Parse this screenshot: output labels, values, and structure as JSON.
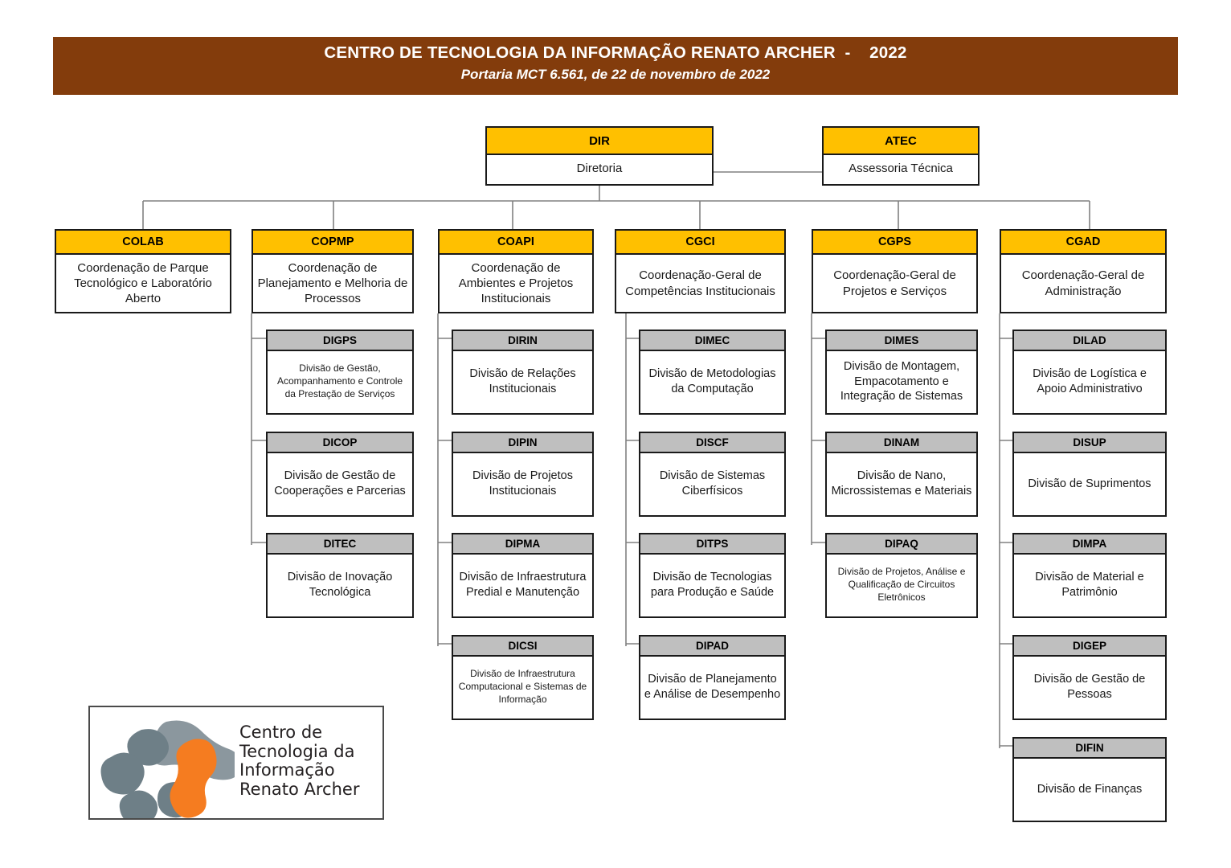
{
  "header": {
    "title": "CENTRO DE TECNOLOGIA DA INFORMAÇÃO RENATO ARCHER  -    2022",
    "subtitle": "Portaria MCT 6.561, de 22 de novembro de 2022",
    "banner_color": "#833C0C"
  },
  "colors": {
    "gold": "#FFC000",
    "gray": "#BFBFBF",
    "border": "#1a1a1a",
    "connector": "#808080",
    "logo_gray": "#7b8b93",
    "logo_dark_gray": "#5d6e75",
    "logo_orange": "#F57C20"
  },
  "logo": {
    "line1": "Centro de",
    "line2": "Tecnologia da",
    "line3": "Informação",
    "line4": "Renato Archer"
  },
  "top": {
    "dir": {
      "code": "DIR",
      "name": "Diretoria"
    },
    "atec": {
      "code": "ATEC",
      "name": "Assessoria Técnica"
    }
  },
  "coordinations": [
    {
      "code": "COLAB",
      "name": "Coordenação de Parque Tecnológico e Laboratório Aberto"
    },
    {
      "code": "COPMP",
      "name": "Coordenação de Planejamento e Melhoria de Processos"
    },
    {
      "code": "COAPI",
      "name": "Coordenação de Ambientes e Projetos Institucionais"
    },
    {
      "code": "CGCI",
      "name": "Coordenação-Geral de Competências Institucionais"
    },
    {
      "code": "CGPS",
      "name": "Coordenação-Geral de Projetos e Serviços"
    },
    {
      "code": "CGAD",
      "name": "Coordenação-Geral de Administração"
    }
  ],
  "divisions": {
    "copmp": [
      {
        "code": "DIGPS",
        "name": "Divisão de Gestão, Acompanhamento e Controle da Prestação de Serviços"
      },
      {
        "code": "DICOP",
        "name": "Divisão de Gestão de Cooperações e Parcerias"
      },
      {
        "code": "DITEC",
        "name": "Divisão de Inovação Tecnológica"
      }
    ],
    "coapi": [
      {
        "code": "DIRIN",
        "name": "Divisão de Relações Institucionais"
      },
      {
        "code": "DIPIN",
        "name": "Divisão de Projetos Institucionais"
      },
      {
        "code": "DIPMA",
        "name": "Divisão de Infraestrutura Predial e Manutenção"
      },
      {
        "code": "DICSI",
        "name": "Divisão de Infraestrutura Computacional e Sistemas de Informação"
      }
    ],
    "cgci": [
      {
        "code": "DIMEC",
        "name": "Divisão de Metodologias da Computação"
      },
      {
        "code": "DISCF",
        "name": "Divisão de Sistemas Ciberfísicos"
      },
      {
        "code": "DITPS",
        "name": "Divisão de Tecnologias para Produção e Saúde"
      },
      {
        "code": "DIPAD",
        "name": "Divisão de Planejamento e Análise de Desempenho"
      }
    ],
    "cgps": [
      {
        "code": "DIMES",
        "name": "Divisão de Montagem, Empacotamento e Integração de Sistemas"
      },
      {
        "code": "DINAM",
        "name": "Divisão de Nano, Microssistemas e Materiais"
      },
      {
        "code": "DIPAQ",
        "name": "Divisão de Projetos, Análise e Qualificação de Circuitos Eletrônicos"
      }
    ],
    "cgad": [
      {
        "code": "DILAD",
        "name": "Divisão de Logística e Apoio Administrativo"
      },
      {
        "code": "DISUP",
        "name": "Divisão de Suprimentos"
      },
      {
        "code": "DIMPA",
        "name": "Divisão de Material e Patrimônio"
      },
      {
        "code": "DIGEP",
        "name": "Divisão de Gestão de Pessoas"
      },
      {
        "code": "DIFIN",
        "name": "Divisão de Finanças"
      }
    ]
  }
}
